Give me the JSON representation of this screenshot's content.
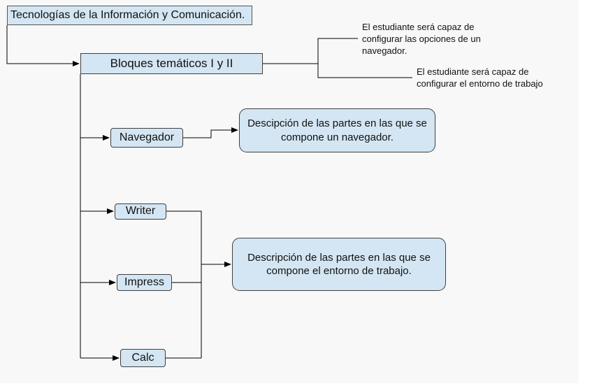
{
  "diagram": {
    "title": "Tecnologías de la Información y Comunicación.",
    "main_topic": "Bloques temáticos I y II",
    "objectives": [
      "El estudiante será capaz de configurar las opciones de un navegador.",
      "El estudiante será capaz de configurar el entorno de trabajo"
    ],
    "nodes": {
      "navegador": "Navegador",
      "writer": "Writer",
      "impress": "Impress",
      "calc": "Calc"
    },
    "descriptions": {
      "navegador": "Descipción de las partes en las que se compone un navegador.",
      "entorno": "Descripción de las partes en las que se compone el entorno de trabajo."
    }
  }
}
